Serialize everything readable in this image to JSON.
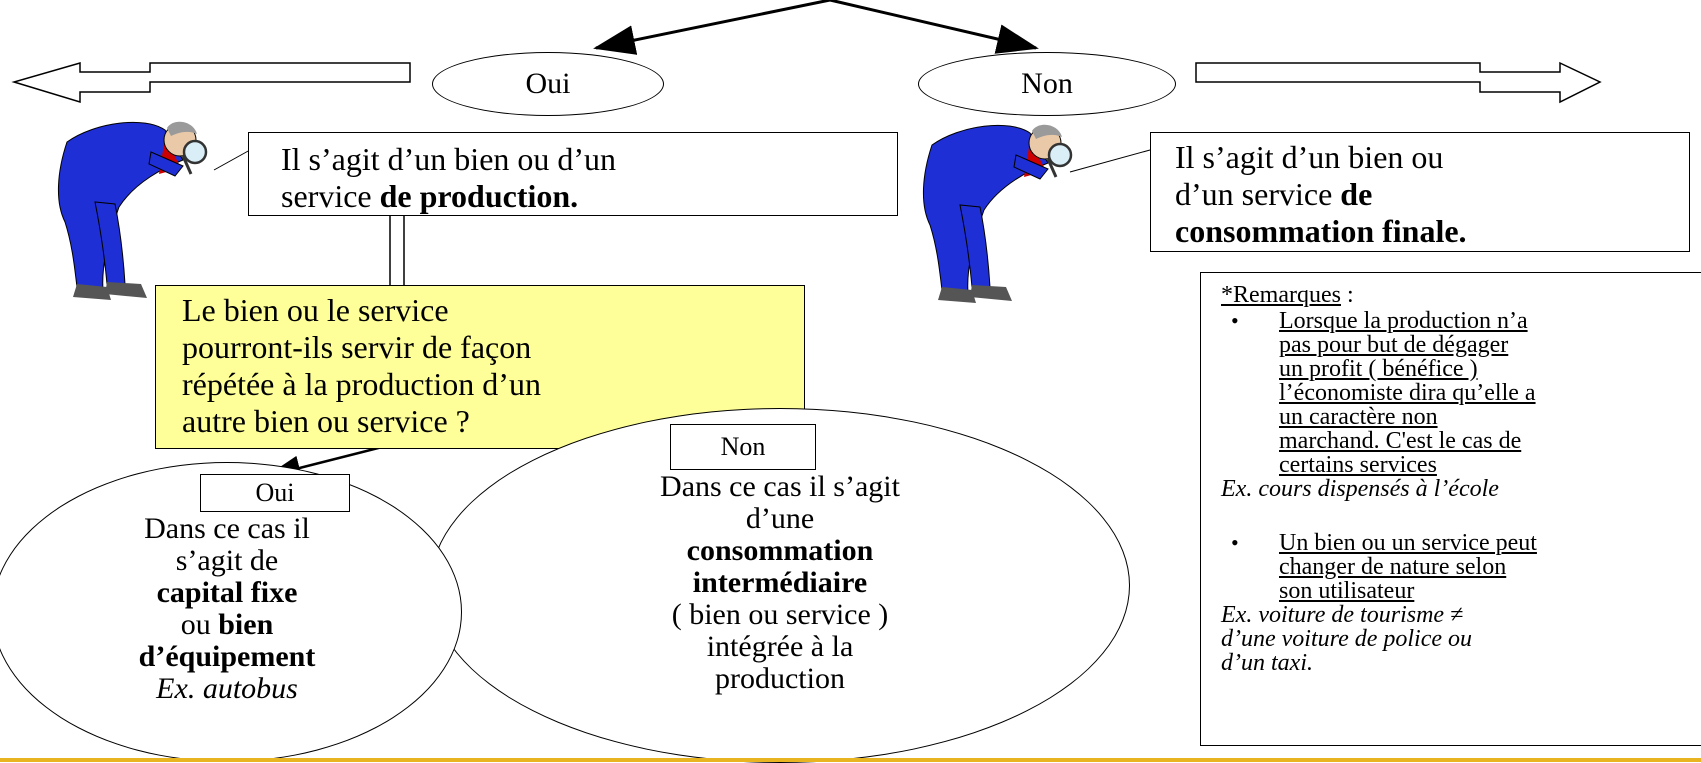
{
  "top_branch": {
    "oui_label": "Oui",
    "non_label": "Non"
  },
  "left_box": {
    "line1": "Il s’agit d’un bien ou d’un",
    "line2_plain": "service ",
    "line2_bold": "de production."
  },
  "right_box": {
    "line1": "Il s’agit d’un bien ou",
    "line2_plain": "d’un service ",
    "line2_bold": "de",
    "line3_bold": "consommation finale."
  },
  "question_box": {
    "lines": [
      "Le bien ou le service",
      "pourront-ils servir de façon",
      "répétée à la production d’un",
      "autre bien ou service ?"
    ],
    "background": "#ffff99"
  },
  "oui_circle": {
    "tag": "Oui",
    "line1": "Dans ce cas il",
    "line2": "s’agit de",
    "line3_bold": "capital fixe",
    "line4_plain": "ou ",
    "line4_bold": "bien",
    "line5_bold": "d’équipement",
    "example": "Ex. autobus"
  },
  "non_circle": {
    "tag": "Non",
    "line1": "Dans ce cas il s’agit",
    "line2": "d’une",
    "line3_bold": "consommation",
    "line4_bold": "intermédiaire",
    "line5": "( bien ou service )",
    "line6": "intégrée à la",
    "line7": "production"
  },
  "remarks": {
    "title": "*Remarques",
    "title_suffix": " :",
    "item1_lines": [
      "Lorsque la production n’a",
      "pas pour but de dégager",
      "un profit ( bénéfice )",
      "l’économiste dira qu’elle a",
      "un caractère non",
      "marchand. C'est le cas de",
      "certains services"
    ],
    "example1": "Ex. cours dispensés à l’école",
    "item2_lines": [
      "Un bien ou un service peut",
      "changer de nature selon",
      "son utilisateur"
    ],
    "example2_lines": [
      "Ex. voiture de tourisme ≠",
      "d’une  voiture de police ou",
      "d’un taxi."
    ]
  },
  "figure_icon": "man-with-magnifying-glass-icon",
  "colors": {
    "figure_blue": "#1f2fd6",
    "bottom_rule": "#e8b420"
  }
}
